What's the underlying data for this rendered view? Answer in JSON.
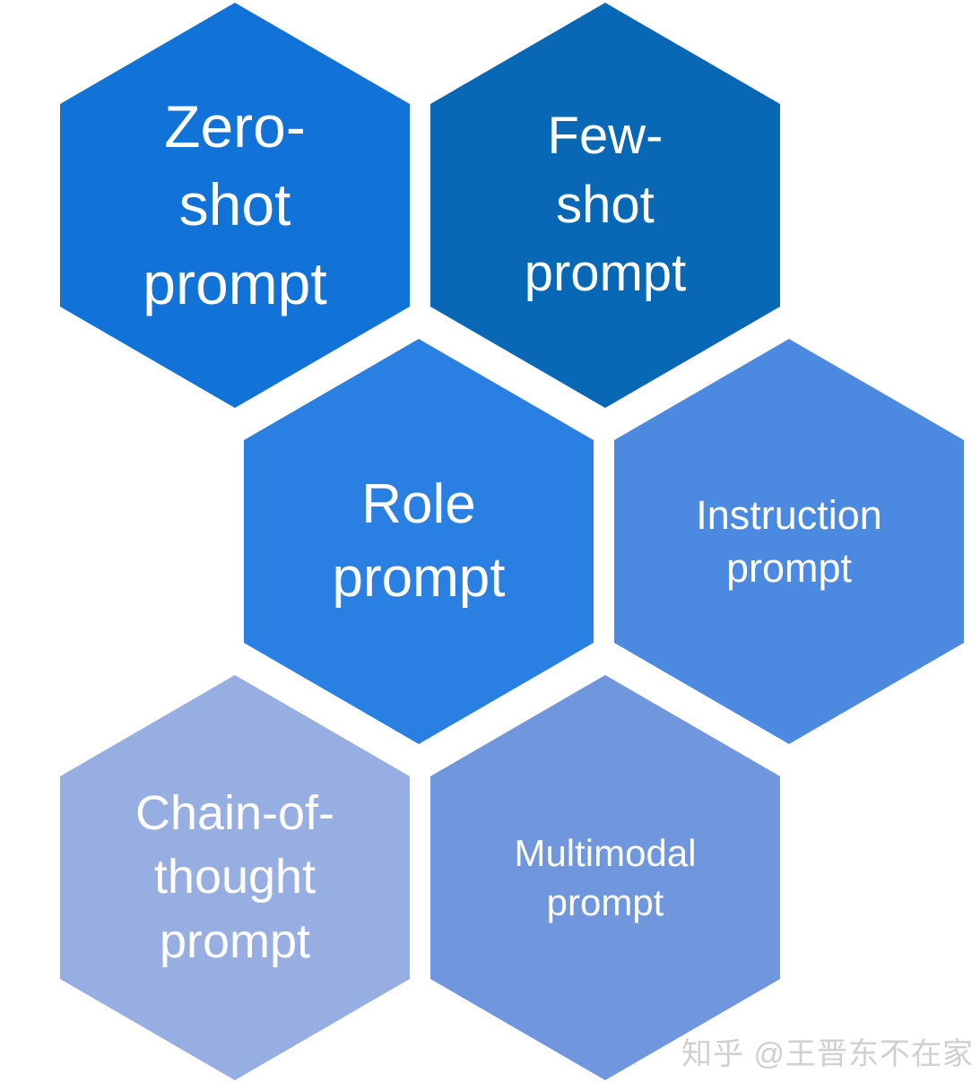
{
  "diagram": {
    "type": "hexagon-honeycomb",
    "background_color": "#ffffff",
    "text_color": "#ffffff",
    "hexagons": [
      {
        "name": "zero-shot",
        "lines": [
          "Zero-",
          "shot",
          "prompt"
        ],
        "label": "Zero-shot prompt",
        "color": "#1173d7"
      },
      {
        "name": "few-shot",
        "lines": [
          "Few-",
          "shot",
          "prompt"
        ],
        "label": "Few-shot prompt",
        "color": "#0968b6"
      },
      {
        "name": "role",
        "lines": [
          "Role",
          "prompt"
        ],
        "label": "Role prompt",
        "color": "#2a7fe3"
      },
      {
        "name": "instruction",
        "lines": [
          "Instruction",
          "prompt"
        ],
        "label": "Instruction prompt",
        "color": "#4c89e0"
      },
      {
        "name": "chain-of-thought",
        "lines": [
          "Chain-of-",
          "thought",
          "prompt"
        ],
        "label": "Chain-of-thought prompt",
        "color": "#97aee2"
      },
      {
        "name": "multimodal",
        "lines": [
          "Multimodal",
          "prompt"
        ],
        "label": "Multimodal prompt",
        "color": "#7097dd"
      }
    ]
  },
  "watermark": {
    "text": "知乎 @王晋东不在家",
    "color": "#d0d0d0"
  }
}
